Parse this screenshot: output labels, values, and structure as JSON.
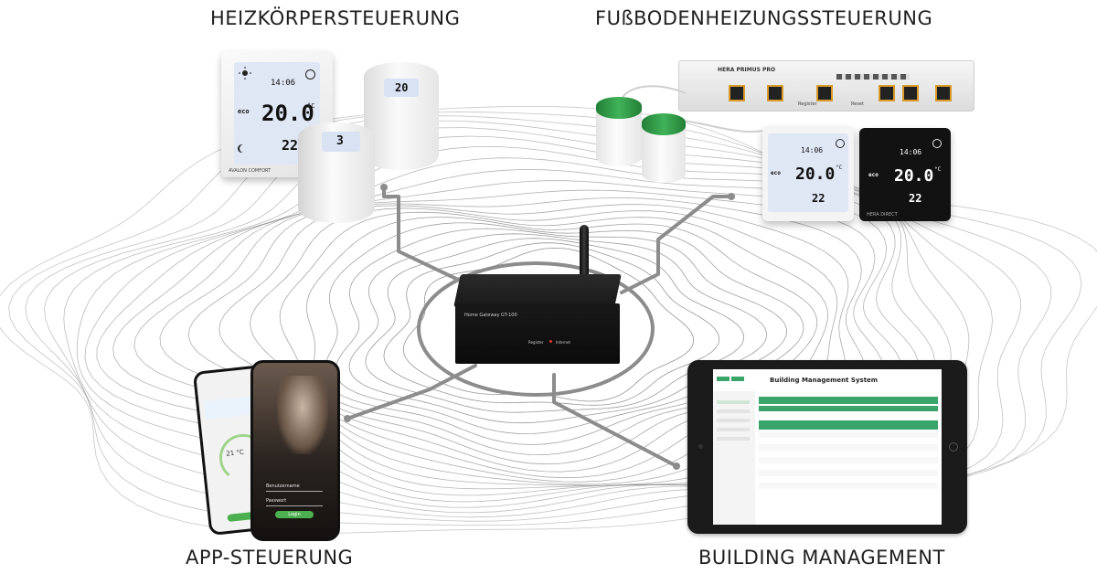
{
  "sections": {
    "radiator_title": "HEIZKÖRPERSTEUERUNG",
    "floor_title": "FUßBODENHEIZUNGSSTEUERUNG",
    "app_title": "APP-STEUERUNG",
    "bms_title": "BUILDING MANAGEMENT"
  },
  "radiator": {
    "thermostat": {
      "time": "14:06",
      "temp": "20.0",
      "unit": "°C",
      "setpoint": "22",
      "mode": "eco",
      "brand": "AVALON COMFORT"
    },
    "valve_front": {
      "display": "3"
    },
    "valve_back": {
      "display": "20"
    }
  },
  "floor": {
    "controller_title": "HERA PRIMUS PRO",
    "controller_button_register": "Register",
    "controller_button_reset": "Reset",
    "thermostat_white": {
      "time": "14:06",
      "temp": "20.0",
      "unit": "°C",
      "setpoint": "22",
      "mode": "eco"
    },
    "thermostat_black": {
      "time": "14:06",
      "temp": "20.0",
      "unit": "°C",
      "setpoint": "22",
      "mode": "eco",
      "brand": "HERA DIRECT"
    }
  },
  "gateway": {
    "name": "Home Gateway GT-100",
    "led_register": "Register",
    "led_internet": "Internet"
  },
  "phone": {
    "temp": "21 °C",
    "username": "Benutzername",
    "password": "Passwort",
    "login_button": "Login"
  },
  "tablet": {
    "bms_title": "Building Management System"
  },
  "colors": {
    "bms_green": "#3aa56a",
    "valve_green": "#2f9a45",
    "gateway_black": "#141414",
    "wave_gray": "#8a8a8a"
  }
}
